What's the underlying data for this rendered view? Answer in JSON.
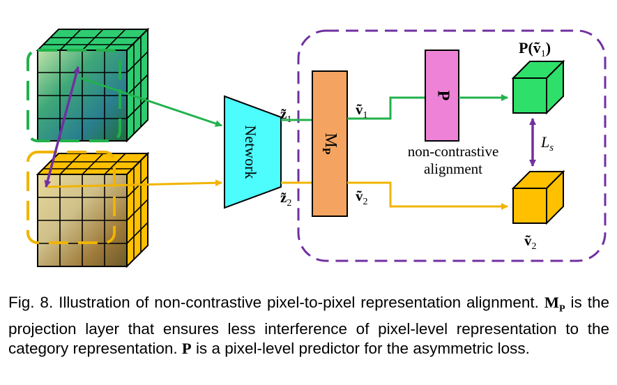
{
  "diagram": {
    "network_label": "Network",
    "z1_label": "z̃",
    "z1_sub": "1",
    "z2_label": "z̃",
    "z2_sub": "2",
    "mp_label": "M",
    "mp_sub": "P",
    "v1_label": "ṽ",
    "v1_sub": "1",
    "v2_label": "ṽ",
    "v2_sub": "2",
    "predictor_label": "P",
    "pv1_label": "P(ṽ",
    "pv1_sub": "1",
    "pv1_close": ")",
    "bottom_v2_label": "ṽ",
    "bottom_v2_sub": "2",
    "alignment_line1": "non-contrastive",
    "alignment_line2": "alignment",
    "loss_label": "L",
    "loss_sub": "s",
    "colors": {
      "green": "#2ecc71",
      "green_line": "#22b14c",
      "yellow": "#ffc000",
      "yellow_line": "#f0b400",
      "cyan": "#4dfcfc",
      "orange": "#f4a460",
      "pink": "#ee82d6",
      "purple": "#7030a0"
    }
  },
  "caption": {
    "prefix": "Fig. 8. Illustration of non-contrastive pixel-to-pixel representation alignment.",
    "mp_symbol": "M",
    "mp_symbol_sub": "P",
    "middle": "is the projection layer that ensures less interference of pixel-level representation to the category representation.",
    "p_symbol": "P",
    "suffix": "is a pixel-level predictor for the asymmetric loss."
  }
}
